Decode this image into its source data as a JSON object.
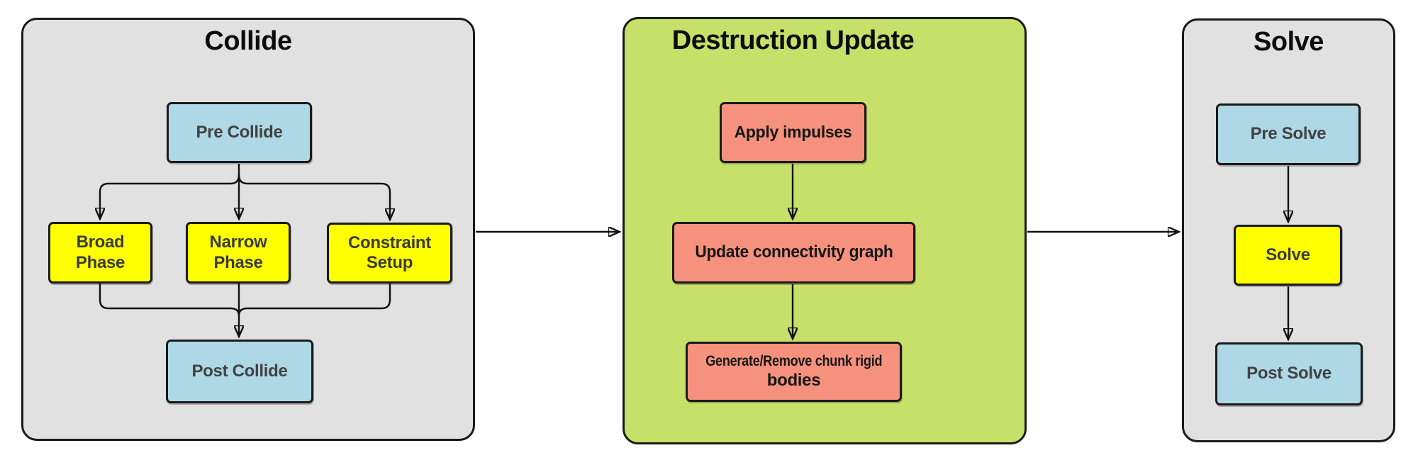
{
  "diagram": {
    "collide": {
      "title": "Collide",
      "nodes": {
        "pre_collide": {
          "label": "Pre Collide"
        },
        "broad_phase": {
          "label": "Broad Phase"
        },
        "narrow_phase": {
          "label": "Narrow Phase"
        },
        "constraint_setup": {
          "label": "Constraint Setup"
        },
        "post_collide": {
          "label": "Post Collide"
        }
      }
    },
    "destruction_update": {
      "title": "Destruction Update",
      "nodes": {
        "apply_impulses": {
          "label": "Apply impulses"
        },
        "update_connectivity_graph": {
          "label": "Update connectivity graph"
        },
        "generate_remove": {
          "label": "Generate/Remove chunk rigid bodies",
          "line1": "Generate/Remove chunk rigid",
          "line2": "bodies"
        }
      }
    },
    "solve": {
      "title": "Solve",
      "nodes": {
        "pre_solve": {
          "label": "Pre Solve"
        },
        "solve": {
          "label": "Solve"
        },
        "post_solve": {
          "label": "Post Solve"
        }
      }
    },
    "colors": {
      "container_gray": "#e1e1e1",
      "container_green": "#c7e069",
      "node_blue": "#aed8e6",
      "node_yellow": "#ffff00",
      "node_salmon": "#f5917d",
      "outline_black": "#1a1a1a",
      "background_white": "#ffffff"
    }
  }
}
